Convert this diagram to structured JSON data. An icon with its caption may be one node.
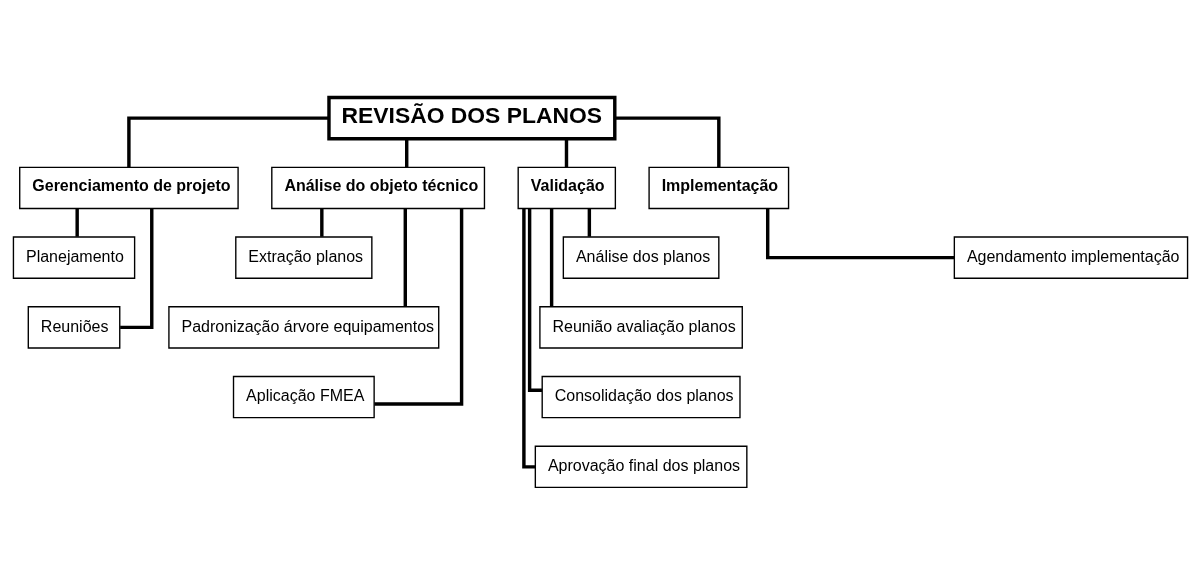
{
  "diagram": {
    "nodes": [
      {
        "text": [
          "REVISÃO DOS PLANOS"
        ]
      },
      {
        "text": [
          "Gerenciamento de projeto"
        ]
      },
      {
        "text": [
          "Análise do objeto técnico"
        ]
      },
      {
        "text": [
          "Validação"
        ]
      },
      {
        "text": [
          "Implementação"
        ]
      },
      {
        "text": [
          "Planejamento"
        ]
      },
      {
        "text": [
          "Reuniões"
        ]
      },
      {
        "text": [
          "Extração planos"
        ]
      },
      {
        "text": [
          "Padronização árvore equipamentos"
        ]
      },
      {
        "text": [
          "Aplicação FMEA"
        ]
      },
      {
        "text": [
          "Análise dos planos"
        ]
      },
      {
        "text": [
          "Reunião avaliação planos"
        ]
      },
      {
        "text": [
          "Consolidação dos planos"
        ]
      },
      {
        "text": [
          "Aprovação final dos planos"
        ]
      },
      {
        "text": [
          "Agendamento implementação"
        ]
      }
    ],
    "edges": [
      {
        "from": 0,
        "to": 1,
        "arrow": "none"
      },
      {
        "from": 0,
        "to": 2,
        "arrow": "none"
      },
      {
        "from": 0,
        "to": 3,
        "arrow": "none"
      },
      {
        "from": 0,
        "to": 4,
        "arrow": "none"
      },
      {
        "from": 1,
        "to": 5,
        "arrow": "none"
      },
      {
        "from": 1,
        "to": 6,
        "arrow": "none"
      },
      {
        "from": 2,
        "to": 7,
        "arrow": "none"
      },
      {
        "from": 2,
        "to": 8,
        "arrow": "none"
      },
      {
        "from": 2,
        "to": 9,
        "arrow": "none"
      },
      {
        "from": 3,
        "to": 10,
        "arrow": "none"
      },
      {
        "from": 3,
        "to": 11,
        "arrow": "none"
      },
      {
        "from": 3,
        "to": 12,
        "arrow": "none"
      },
      {
        "from": 3,
        "to": 13,
        "arrow": "none"
      },
      {
        "from": 4,
        "to": 14,
        "arrow": "none"
      }
    ]
  }
}
